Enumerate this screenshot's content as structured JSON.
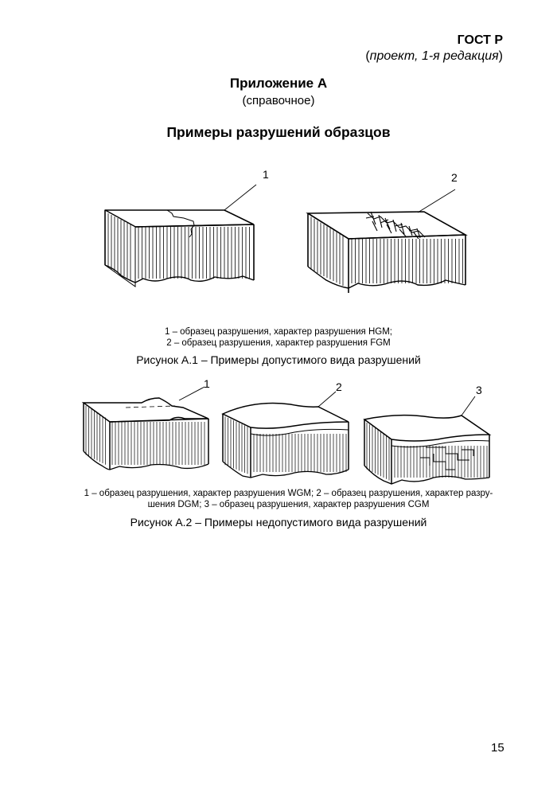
{
  "header": {
    "standard": "ГОСТ Р",
    "edition_open": "(",
    "edition_text": "проект, 1-я редакция",
    "edition_close": ")"
  },
  "annex": {
    "title": "Приложение А",
    "subtitle": "(справочное)"
  },
  "section_title": "Примеры разрушений образцов",
  "figure1": {
    "callouts": [
      "1",
      "2"
    ],
    "legend_lines": [
      "1 – образец разрушения, характер разрушения HGM;",
      "2 – образец разрушения, характер разрушения FGM"
    ],
    "caption": "Рисунок А.1 – Примеры допустимого вида разрушений"
  },
  "figure2": {
    "callouts": [
      "1",
      "2",
      "3"
    ],
    "legend_lines": [
      "1 – образец разрушения, характер разрушения WGM; 2 – образец разрушения, характер разру-",
      "шения DGM; 3 – образец разрушения, характер разрушения CGM"
    ],
    "caption": "Рисунок А.2 – Примеры недопустимого вида разрушений"
  },
  "page_number": "15"
}
